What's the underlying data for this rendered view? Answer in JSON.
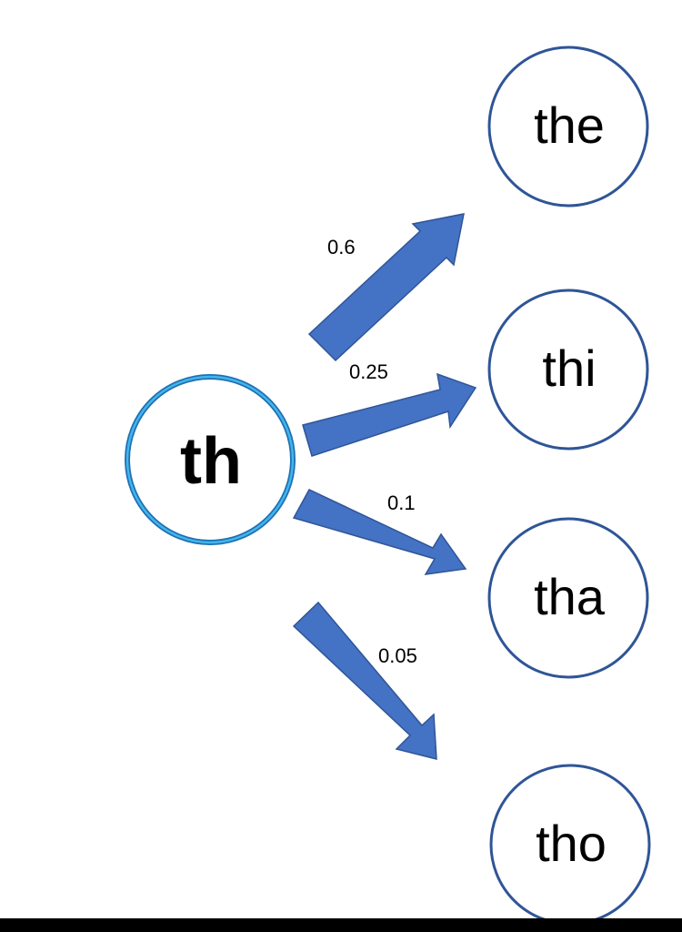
{
  "colors": {
    "arrow": "#4472C4",
    "arrow_stroke": "#2F5597",
    "node_border": "#2F5597",
    "source_border_outer": "#1F6FB5",
    "source_border_inner": "#41B6EA",
    "text": "#000000",
    "bottom_bar": "#000000"
  },
  "source": {
    "label": "th"
  },
  "targets": [
    {
      "label": "the",
      "probability": "0.6"
    },
    {
      "label": "thi",
      "probability": "0.25"
    },
    {
      "label": "tha",
      "probability": "0.1"
    },
    {
      "label": "tho",
      "probability": "0.05"
    }
  ]
}
